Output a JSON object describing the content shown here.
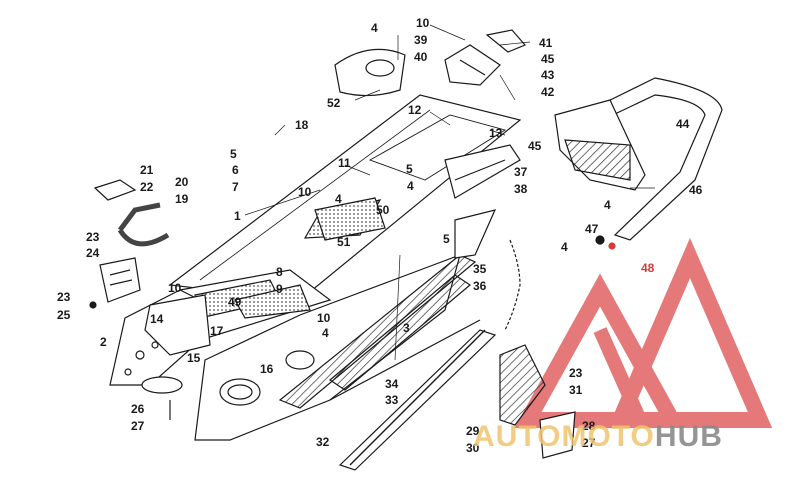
{
  "diagram": {
    "callouts": [
      {
        "id": "c4a",
        "text": "4"
      },
      {
        "id": "c10a",
        "text": "10"
      },
      {
        "id": "c39",
        "text": "39"
      },
      {
        "id": "c40",
        "text": "40"
      },
      {
        "id": "c41",
        "text": "41"
      },
      {
        "id": "c45a",
        "text": "45"
      },
      {
        "id": "c43",
        "text": "43"
      },
      {
        "id": "c42",
        "text": "42"
      },
      {
        "id": "c52",
        "text": "52"
      },
      {
        "id": "c12",
        "text": "12"
      },
      {
        "id": "c13",
        "text": "13"
      },
      {
        "id": "c44",
        "text": "44"
      },
      {
        "id": "c18",
        "text": "18"
      },
      {
        "id": "c45b",
        "text": "45"
      },
      {
        "id": "c5a",
        "text": "5"
      },
      {
        "id": "c6",
        "text": "6"
      },
      {
        "id": "c7",
        "text": "7"
      },
      {
        "id": "c11",
        "text": "11"
      },
      {
        "id": "c37",
        "text": "37"
      },
      {
        "id": "c38",
        "text": "38"
      },
      {
        "id": "c46",
        "text": "46"
      },
      {
        "id": "c21",
        "text": "21"
      },
      {
        "id": "c22",
        "text": "22"
      },
      {
        "id": "c20",
        "text": "20"
      },
      {
        "id": "c19",
        "text": "19"
      },
      {
        "id": "c10b",
        "text": "10"
      },
      {
        "id": "c4b",
        "text": "4"
      },
      {
        "id": "c5b",
        "text": "5"
      },
      {
        "id": "c4c",
        "text": "4"
      },
      {
        "id": "c50",
        "text": "50"
      },
      {
        "id": "c1",
        "text": "1"
      },
      {
        "id": "c51",
        "text": "51"
      },
      {
        "id": "c5c",
        "text": "5"
      },
      {
        "id": "c47",
        "text": "47"
      },
      {
        "id": "c4d",
        "text": "4"
      },
      {
        "id": "c23a",
        "text": "23"
      },
      {
        "id": "c24",
        "text": "24"
      },
      {
        "id": "c8",
        "text": "8"
      },
      {
        "id": "c4e",
        "text": "4"
      },
      {
        "id": "c35",
        "text": "35"
      },
      {
        "id": "c48",
        "text": "48"
      },
      {
        "id": "c9",
        "text": "9"
      },
      {
        "id": "c36",
        "text": "36"
      },
      {
        "id": "c10c",
        "text": "10"
      },
      {
        "id": "c23b",
        "text": "23"
      },
      {
        "id": "c25",
        "text": "25"
      },
      {
        "id": "c49",
        "text": "49"
      },
      {
        "id": "c14",
        "text": "14"
      },
      {
        "id": "c10d",
        "text": "10"
      },
      {
        "id": "c3",
        "text": "3"
      },
      {
        "id": "c17",
        "text": "17"
      },
      {
        "id": "c4f",
        "text": "4"
      },
      {
        "id": "c2",
        "text": "2"
      },
      {
        "id": "c15",
        "text": "15"
      },
      {
        "id": "c16",
        "text": "16"
      },
      {
        "id": "c34",
        "text": "34"
      },
      {
        "id": "c23c",
        "text": "23"
      },
      {
        "id": "c33",
        "text": "33"
      },
      {
        "id": "c31",
        "text": "31"
      },
      {
        "id": "c26",
        "text": "26"
      },
      {
        "id": "c27a",
        "text": "27"
      },
      {
        "id": "c28",
        "text": "28"
      },
      {
        "id": "c29",
        "text": "29"
      },
      {
        "id": "c27b",
        "text": "27"
      },
      {
        "id": "c32",
        "text": "32"
      },
      {
        "id": "c30",
        "text": "30"
      }
    ]
  },
  "watermark": {
    "part1": "AUTO",
    "part2": "MOTO",
    "part3": "HUB"
  },
  "colors": {
    "line": "#1a1a1a",
    "accent": "#d83a3a",
    "hatch": "#555555"
  }
}
